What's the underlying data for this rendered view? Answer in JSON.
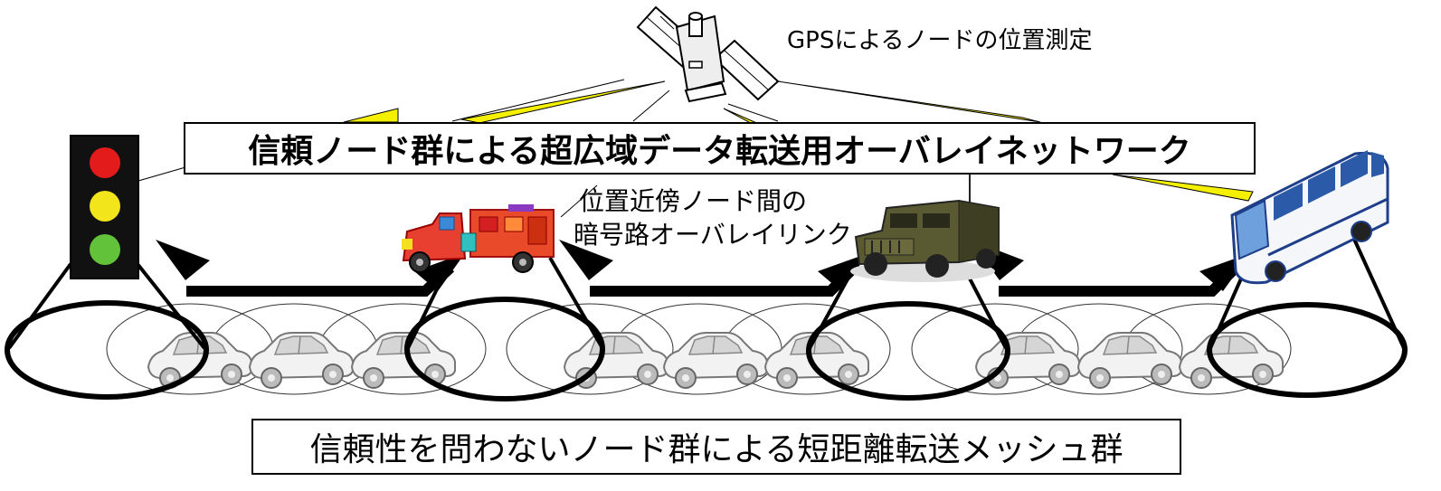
{
  "diagram": {
    "gps_label": "GPSによるノードの位置測定",
    "overlay_network_label": "信頼ノード群による超広域データ転送用オーバレイネットワーク",
    "link_label_line1": "位置近傍ノード間の",
    "link_label_line2": "暗号路オーバレイリンク",
    "mesh_label": "信頼性を問わないノード群による短距離転送メッシュ群"
  },
  "colors": {
    "red_light": "#e31b1b",
    "yellow_light": "#f2e51c",
    "green_light": "#62c33a",
    "beam": "#f4f000",
    "arrow": "#000000"
  },
  "icons": {
    "satellite": "satellite-icon",
    "traffic_light": "traffic-light-icon",
    "truck": "truck-icon",
    "humvee": "military-vehicle-icon",
    "bus": "bus-icon",
    "car": "car-icon"
  }
}
